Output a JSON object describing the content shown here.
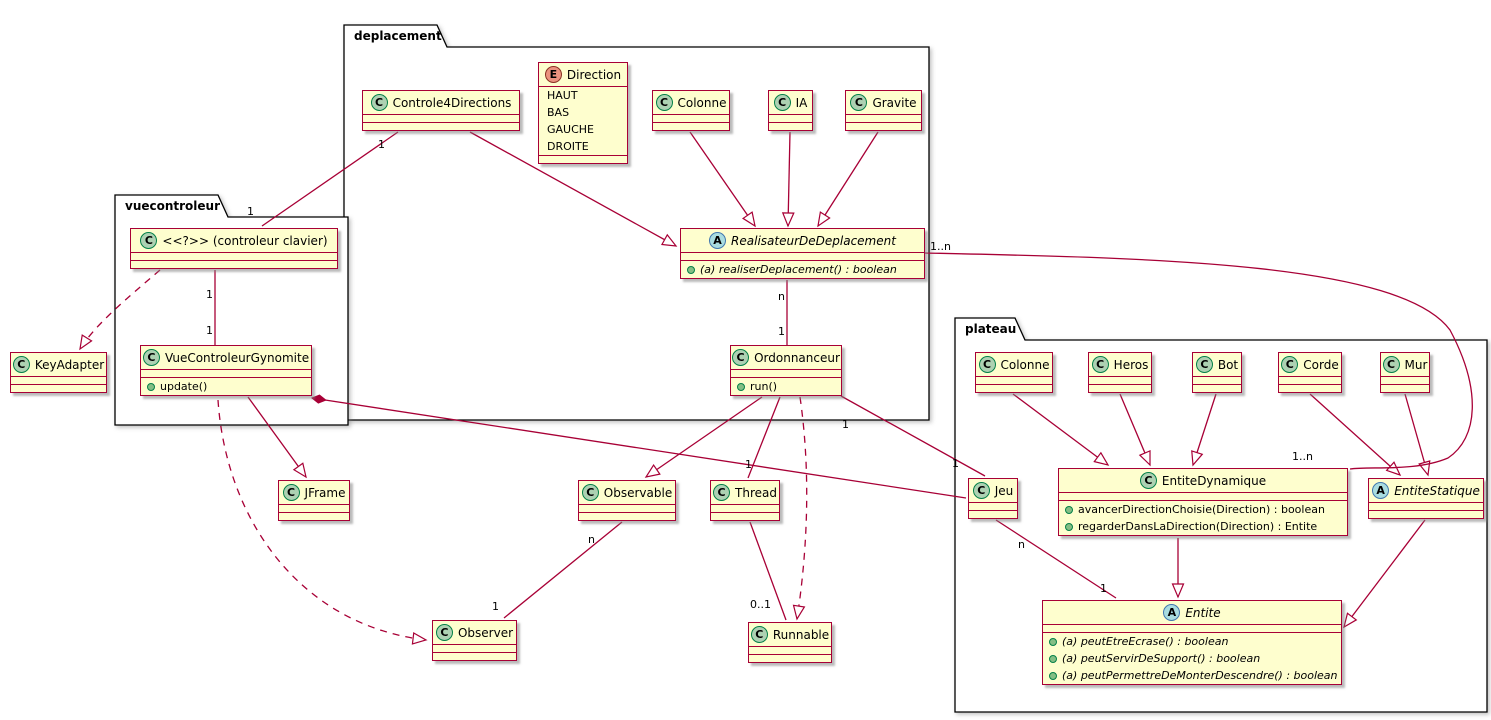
{
  "packages": {
    "deplacement": {
      "label": "deplacement"
    },
    "vuecontroleur": {
      "label": "vuecontroleur"
    },
    "plateau": {
      "label": "plateau"
    }
  },
  "icons": {
    "class_letter": "C",
    "enum_letter": "E",
    "abstract_letter": "A"
  },
  "classes": {
    "controle4directions": {
      "name": "Controle4Directions"
    },
    "direction": {
      "name": "Direction",
      "values": [
        "HAUT",
        "BAS",
        "GAUCHE",
        "DROITE"
      ]
    },
    "colonne_deplacement": {
      "name": "Colonne"
    },
    "ia": {
      "name": "IA"
    },
    "gravite": {
      "name": "Gravite"
    },
    "realisateur": {
      "name": "RealisateurDeDeplacement",
      "methods": [
        "(a) realiserDeplacement() : boolean"
      ]
    },
    "ordonnanceur": {
      "name": "Ordonnanceur",
      "methods": [
        "run()"
      ]
    },
    "controleur_clavier": {
      "name": "<<?>> (controleur clavier)"
    },
    "vuecontroleur_gynomite": {
      "name": "VueControleurGynomite",
      "methods": [
        "update()"
      ]
    },
    "keyadapter": {
      "name": "KeyAdapter"
    },
    "jframe": {
      "name": "JFrame"
    },
    "observable": {
      "name": "Observable"
    },
    "thread": {
      "name": "Thread"
    },
    "observer": {
      "name": "Observer"
    },
    "runnable": {
      "name": "Runnable"
    },
    "colonne_plateau": {
      "name": "Colonne"
    },
    "heros": {
      "name": "Heros"
    },
    "bot": {
      "name": "Bot"
    },
    "corde": {
      "name": "Corde"
    },
    "mur": {
      "name": "Mur"
    },
    "entite_dynamique": {
      "name": "EntiteDynamique",
      "methods": [
        "avancerDirectionChoisie(Direction) : boolean",
        "regarderDansLaDirection(Direction) : Entite"
      ]
    },
    "entite_statique": {
      "name": "EntiteStatique"
    },
    "jeu": {
      "name": "Jeu"
    },
    "entite": {
      "name": "Entite",
      "methods": [
        "(a) peutEtreEcrase() : boolean",
        "(a) peutServirDeSupport() : boolean",
        "(a) peutPermettreDeMonterDescendre() : boolean"
      ]
    }
  },
  "multiplicities": [
    "1",
    "1",
    "1",
    "1",
    "n",
    "1",
    "1..n",
    "1..n",
    "1",
    "n",
    "1",
    "0..1",
    "1",
    "1",
    "n",
    "1"
  ],
  "colors": {
    "node_background": "#FEFECE",
    "node_border": "#A80036",
    "edge": "#A80036",
    "class_spot": "#ADD1B2",
    "enum_spot": "#EB937F",
    "abstract_spot": "#A9DCDF",
    "method_visibility_dot": "#84BE84",
    "package_border": "#000000"
  }
}
